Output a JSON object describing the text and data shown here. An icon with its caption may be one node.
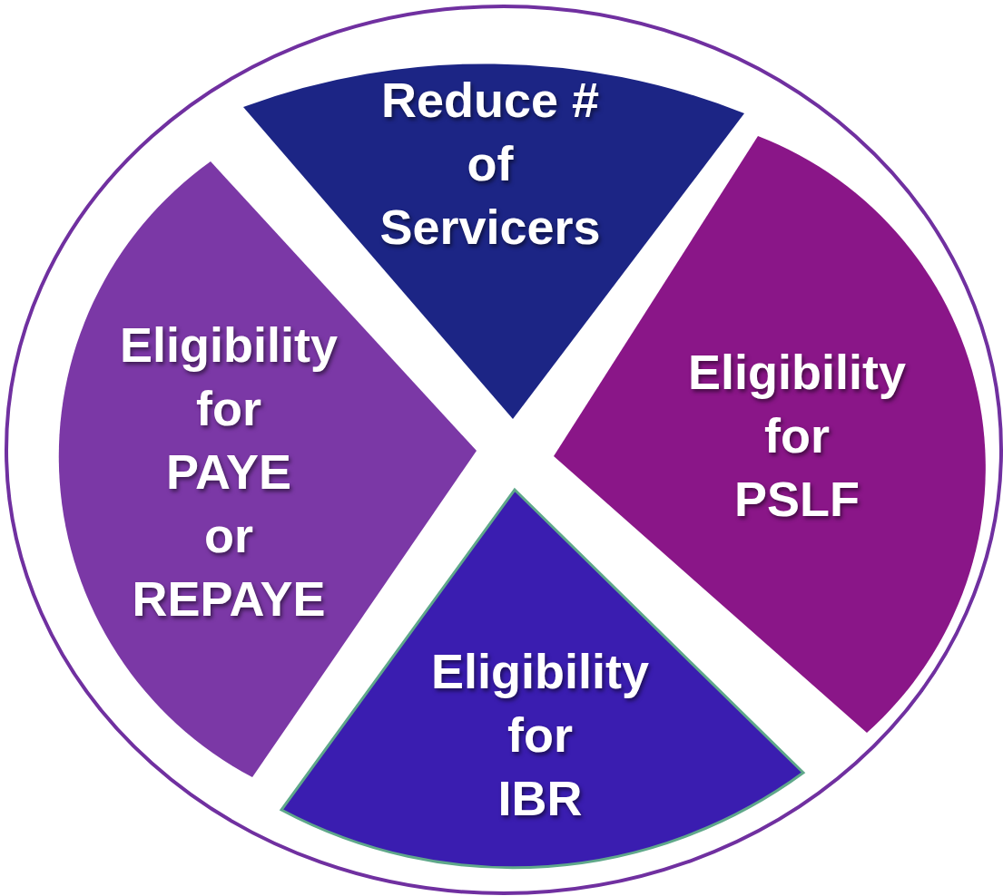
{
  "diagram": {
    "nodes": [
      {
        "text": [
          "Reduce # of Servicers"
        ]
      },
      {
        "text": [
          "Eligibility for PAYE or REPAYE"
        ]
      },
      {
        "text": [
          "Eligibility for PSLF"
        ]
      },
      {
        "text": [
          "Eligibility for IBR"
        ]
      }
    ]
  }
}
